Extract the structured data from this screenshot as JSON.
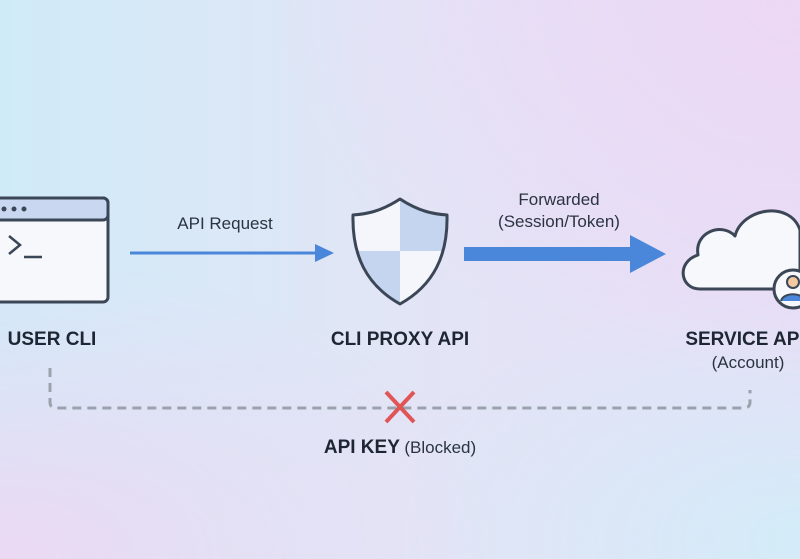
{
  "nodes": {
    "user_cli": {
      "label": "USER CLI",
      "icon": "terminal-window-icon"
    },
    "proxy": {
      "label": "CLI PROXY API",
      "icon": "shield-icon"
    },
    "service": {
      "label": "SERVICE API",
      "sublabel": "(Account)",
      "icon": "cloud-user-icon"
    }
  },
  "edges": {
    "request": {
      "label": "API Request"
    },
    "forwarded": {
      "label": "Forwarded",
      "sublabel": "(Session/Token)"
    },
    "api_key": {
      "label": "API KEY",
      "status": "(Blocked)",
      "icon": "blocked-x-icon"
    }
  },
  "colors": {
    "arrow": "#4a86d9",
    "outline": "#3b4656",
    "blocked": "#e05555",
    "dash": "#9aa3ad"
  }
}
